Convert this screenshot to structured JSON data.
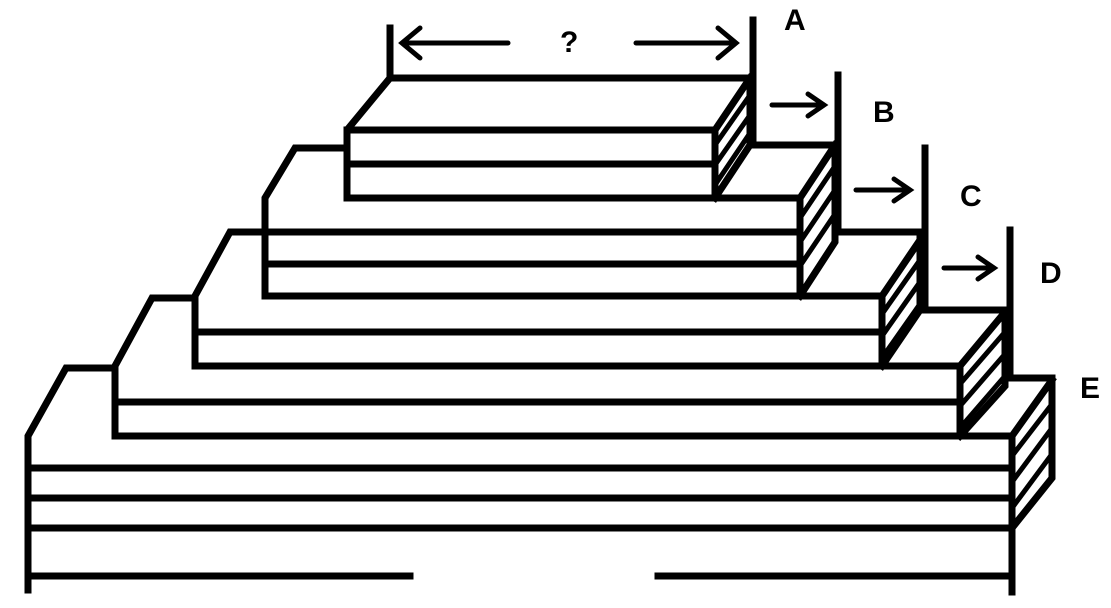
{
  "labels": {
    "question": "?",
    "a": "A",
    "b": "B",
    "c": "C",
    "d": "D",
    "e": "E"
  },
  "colors": {
    "line": "#000000",
    "background": "#ffffff"
  }
}
